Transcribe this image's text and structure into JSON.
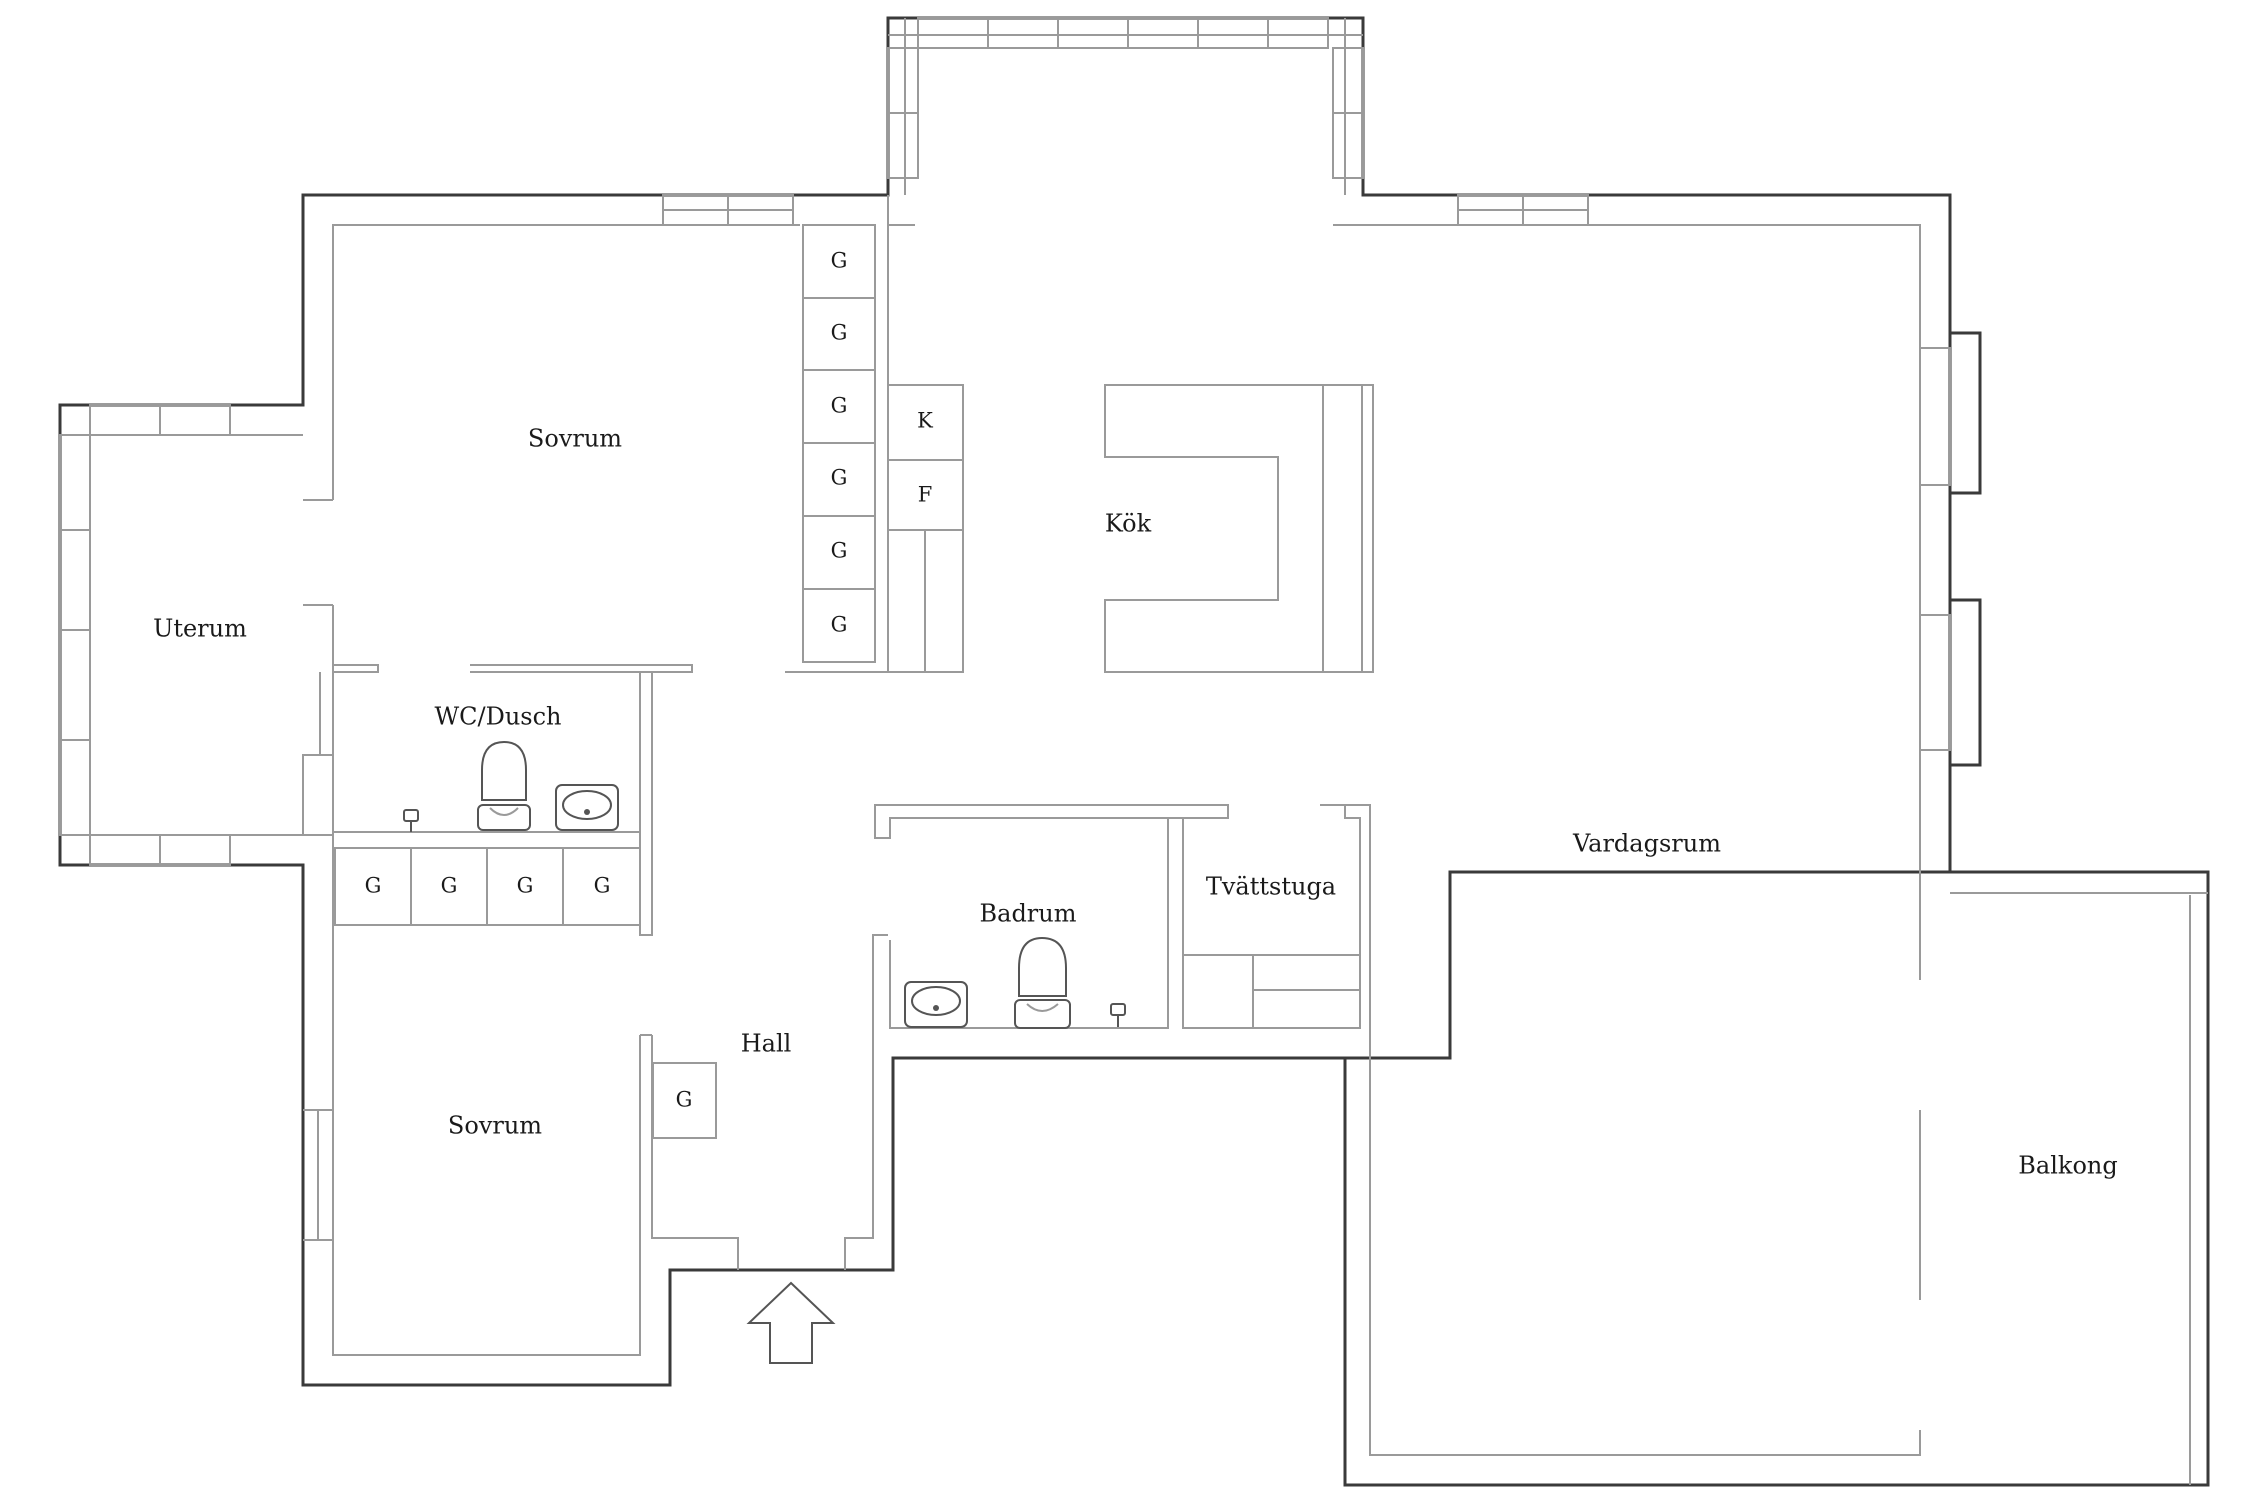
{
  "rooms": {
    "sovrum_top": "Sovrum",
    "uterum": "Uterum",
    "wc_dusch": "WC/Dusch",
    "sovrum_bottom": "Sovrum",
    "hall": "Hall",
    "kok": "Kök",
    "badrum": "Badrum",
    "tvattstuga": "Tvättstuga",
    "vardagsrum": "Vardagsrum",
    "balkong": "Balkong"
  },
  "cabinets": {
    "wardrobe": "G",
    "fridge": "K",
    "freezer": "F"
  },
  "icons": {
    "entrance": "entrance-arrow-icon",
    "toilet": "toilet-icon",
    "sink": "sink-icon",
    "tap": "tap-icon"
  },
  "colors": {
    "outer_wall": "#3a3a3a",
    "inner_wall": "#9a9a9a",
    "background": "#ffffff"
  }
}
